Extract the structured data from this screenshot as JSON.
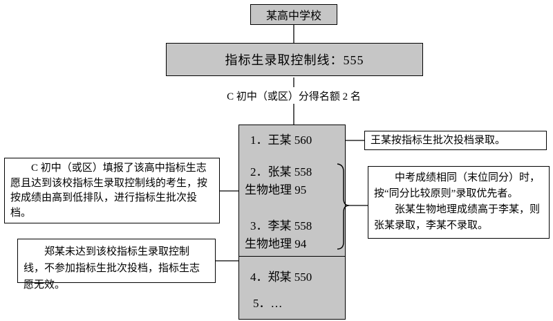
{
  "flowchart": {
    "school_box": "某高中学校",
    "control_line_box": "指标生录取控制线：555",
    "quota_label": "C 初中（或区）分得名额 2 名",
    "ranking": {
      "item1": "1．王某 560",
      "item2": "2．张某 558",
      "item2_sub": "生物地理 95",
      "item3": "3．李某 558",
      "item3_sub": "生物地理 94",
      "item4": "4．郑某 550",
      "item5": "5．…"
    },
    "notes": {
      "wang": "王某按指标生批次投档录取。",
      "tie_p1": "中考成绩相同（末位同分）时，按“同分比较原则”录取优先者。",
      "tie_p2": "张某生物地理成绩高于李某，则张某录取，李某不录取。",
      "left_top": "C 初中（或区）填报了该高中指标生志愿且达到该校指标生录取控制线的考生，按按成绩由高到低排队，进行指标生批次投档。",
      "left_bottom": "郑某未达到该校指标生录取控制线，不参加指标生批次投档，指标生志愿无效。"
    },
    "colors": {
      "box_fill": "#c6c6c6",
      "border": "#000000",
      "background": "#ffffff"
    }
  }
}
